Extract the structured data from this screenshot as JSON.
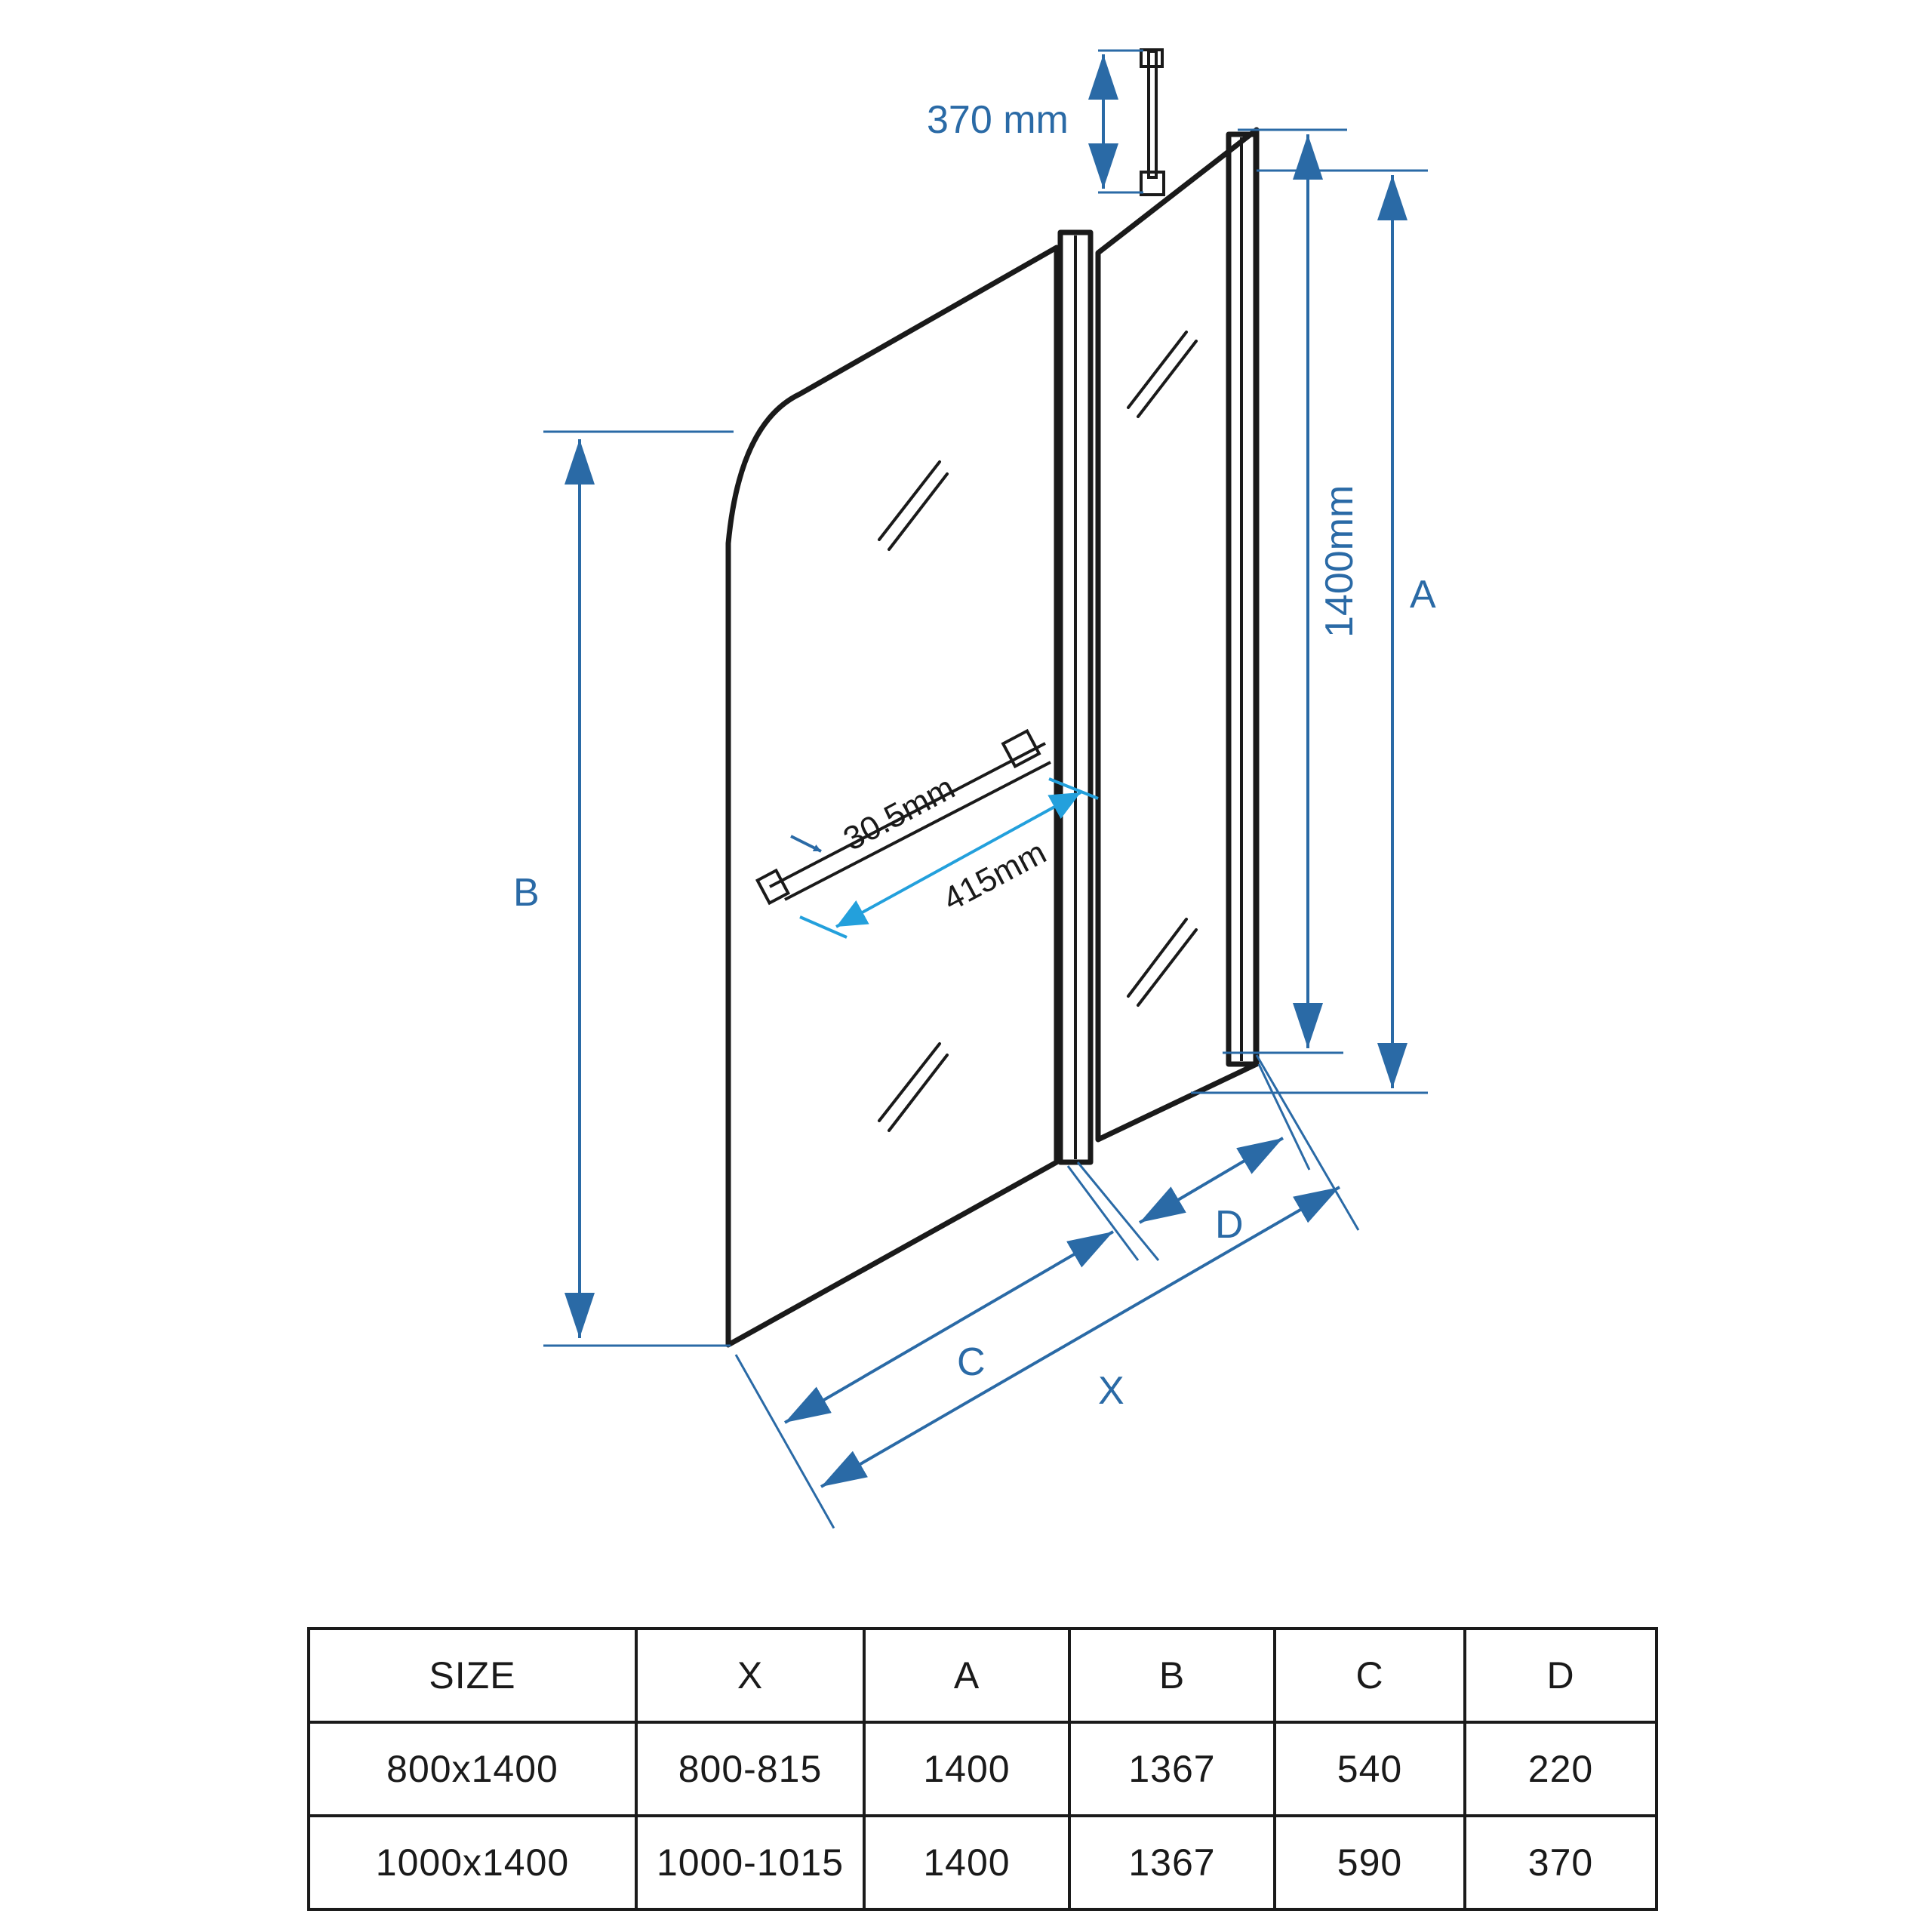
{
  "diagram": {
    "labels": {
      "top_bracket": "370 mm",
      "height_total": "1400mm",
      "dim_a": "A",
      "dim_b": "B",
      "dim_c": "C",
      "dim_d": "D",
      "dim_x": "X",
      "handle_length": "415mm",
      "handle_offset": "30.5mm"
    },
    "colors": {
      "dimension": "#2a6aa6",
      "handle_dimension": "#23a0dc",
      "outline": "#1a1a1a"
    }
  },
  "table": {
    "headers": [
      "SIZE",
      "X",
      "A",
      "B",
      "C",
      "D"
    ],
    "rows": [
      [
        "800x1400",
        "800-815",
        "1400",
        "1367",
        "540",
        "220"
      ],
      [
        "1000x1400",
        "1000-1015",
        "1400",
        "1367",
        "590",
        "370"
      ]
    ]
  }
}
